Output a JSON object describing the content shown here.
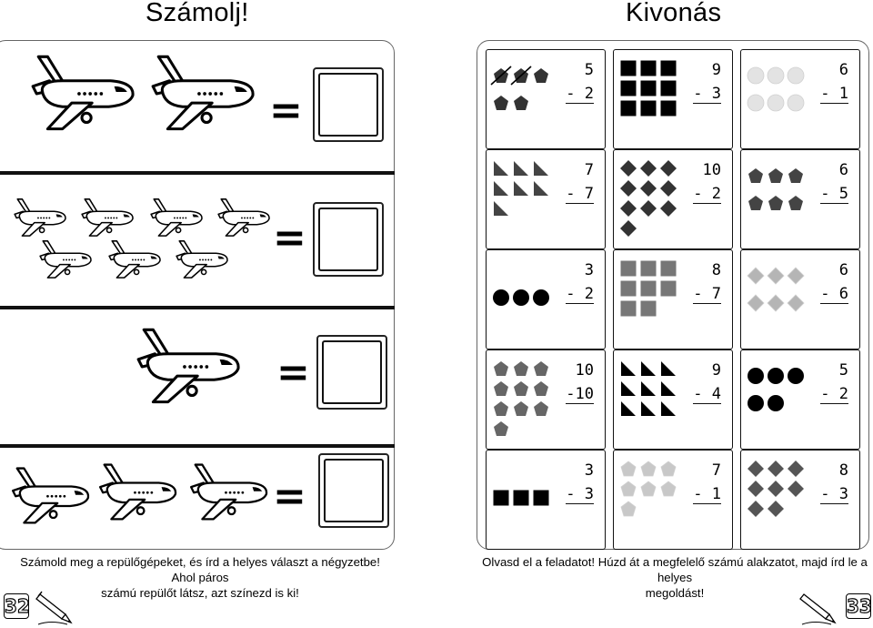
{
  "left": {
    "title": "Számolj!",
    "equals_sign": "=",
    "rows": [
      {
        "planes": 2
      },
      {
        "planes": 7
      },
      {
        "planes": 1
      },
      {
        "planes": 3
      }
    ],
    "instruction_line1": "Számold meg a repülőgépeket, és írd a helyes választ a négyzetbe! Ahol páros",
    "instruction_line2": "számú repülőt látsz, azt színezd is ki!",
    "page_number": "32",
    "pencil_icon": "pencil-icon"
  },
  "right": {
    "title": "Kivonás",
    "cells": [
      {
        "a": " 5",
        "b": "- 2",
        "shape": "pentagon",
        "count": 5,
        "color": "#333333",
        "crossed": 2
      },
      {
        "a": " 9",
        "b": "- 3",
        "shape": "square",
        "count": 9,
        "color": "#000000",
        "crossed": 0
      },
      {
        "a": " 6",
        "b": "- 1",
        "shape": "circle",
        "count": 6,
        "color": "#e3e3e3",
        "crossed": 0
      },
      {
        "a": " 7",
        "b": "- 7",
        "shape": "triangle",
        "count": 7,
        "color": "#444444",
        "crossed": 0
      },
      {
        "a": "10",
        "b": "- 2",
        "shape": "diamond",
        "count": 10,
        "color": "#333333",
        "crossed": 0
      },
      {
        "a": " 6",
        "b": "- 5",
        "shape": "pentagon",
        "count": 6,
        "color": "#444444",
        "crossed": 0
      },
      {
        "a": " 3",
        "b": "- 2",
        "shape": "circle",
        "count": 3,
        "color": "#000000",
        "crossed": 0
      },
      {
        "a": " 8",
        "b": "- 7",
        "shape": "square",
        "count": 8,
        "color": "#777777",
        "crossed": 0
      },
      {
        "a": " 6",
        "b": "- 6",
        "shape": "diamond",
        "count": 6,
        "color": "#b5b5b5",
        "crossed": 0
      },
      {
        "a": "10",
        "b": "-10",
        "shape": "pentagon",
        "count": 10,
        "color": "#666666",
        "crossed": 0
      },
      {
        "a": " 9",
        "b": "- 4",
        "shape": "triangle",
        "count": 9,
        "color": "#000000",
        "crossed": 0
      },
      {
        "a": " 5",
        "b": "- 2",
        "shape": "circle",
        "count": 5,
        "color": "#000000",
        "crossed": 0
      },
      {
        "a": " 3",
        "b": "- 3",
        "shape": "square",
        "count": 3,
        "color": "#000000",
        "crossed": 0
      },
      {
        "a": " 7",
        "b": "- 1",
        "shape": "pentagon",
        "count": 7,
        "color": "#c8c8c8",
        "crossed": 0
      },
      {
        "a": " 8",
        "b": "- 3",
        "shape": "diamond",
        "count": 8,
        "color": "#555555",
        "crossed": 0
      }
    ],
    "instruction_line1": "Olvasd el a feladatot! Húzd át a megfelelő számú alakzatot, majd írd le a helyes",
    "instruction_line2": "megoldást!",
    "page_number": "33",
    "pencil_icon": "pencil-icon"
  }
}
